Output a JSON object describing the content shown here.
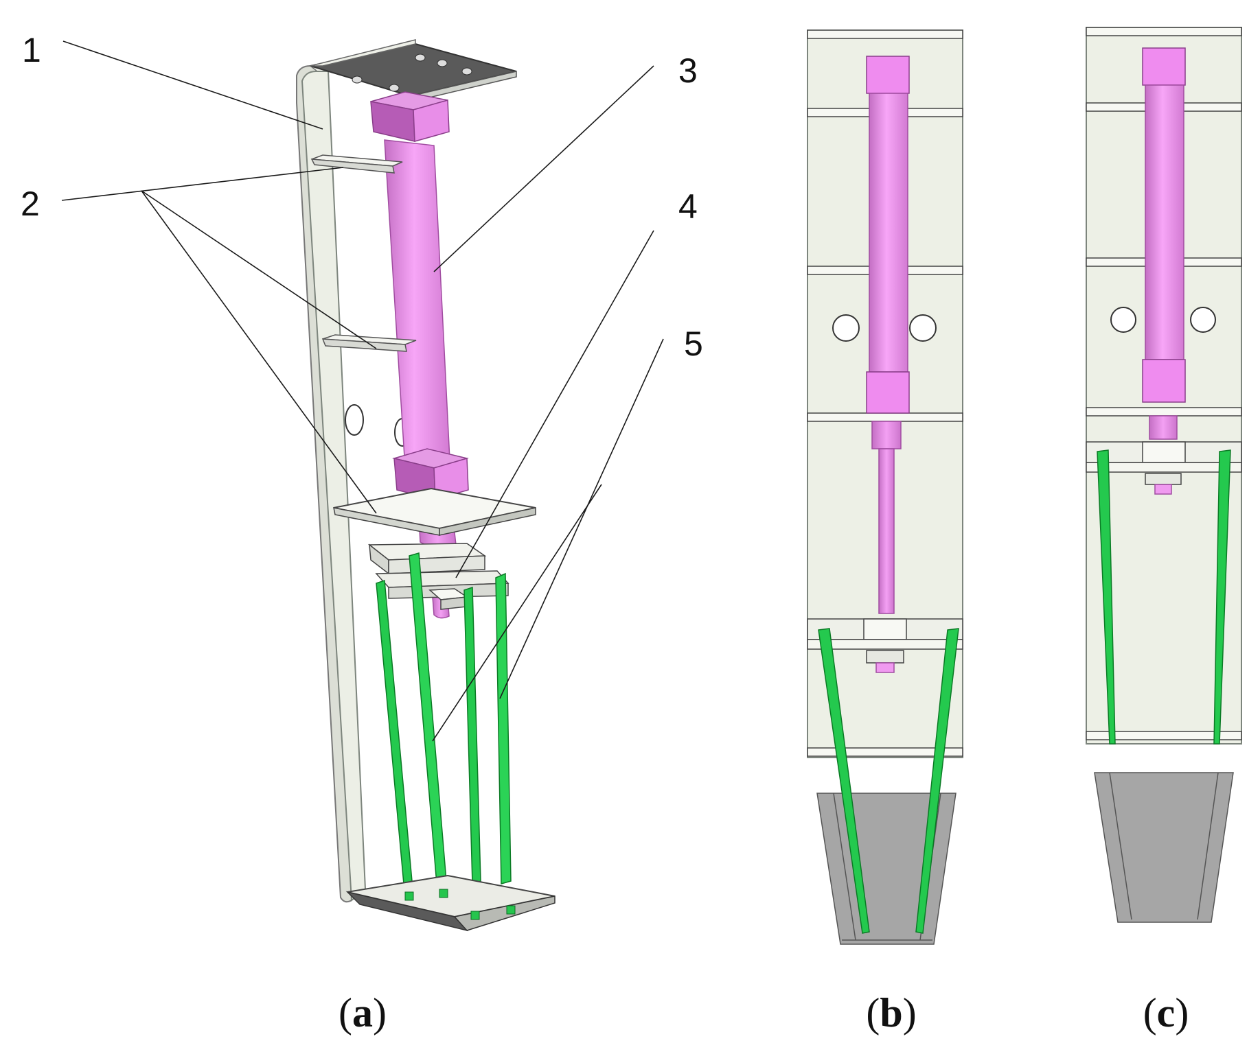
{
  "figure": {
    "panels": [
      {
        "id": "a",
        "caption_open": "(",
        "caption_letter": "a",
        "caption_close": ")"
      },
      {
        "id": "b",
        "caption_open": "(",
        "caption_letter": "b",
        "caption_close": ")"
      },
      {
        "id": "c",
        "caption_open": "(",
        "caption_letter": "c",
        "caption_close": ")"
      }
    ],
    "callouts": [
      "1",
      "2",
      "3",
      "4",
      "5"
    ]
  },
  "colors": {
    "frame": "#ecefe5",
    "frame_edge": "#9aa09a",
    "plate_dark": "#545454",
    "cylinder": "#ef8cef",
    "cylinder_dark": "#c86cc8",
    "finger": "#21c74c",
    "cup": "#a9a9a9"
  }
}
